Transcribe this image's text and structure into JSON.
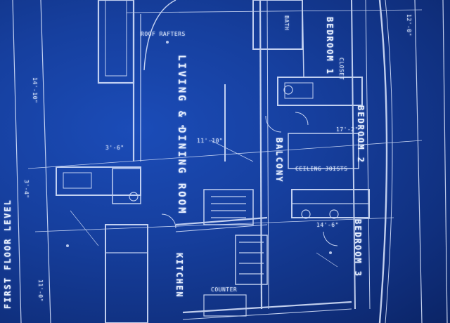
{
  "rooms": {
    "living": "LIVING & DINING ROOM",
    "bedroom1": "BEDROOM 1",
    "bedroom2": "BEDROOM 2",
    "bedroom3": "BEDROOM 3",
    "balcony": "BALCONY",
    "kitchen": "KITCHEN",
    "bath": "BATH",
    "closet": "CLOSET"
  },
  "dimensions": [
    "14'-10\"",
    "11'-10\"",
    "17'-2\"",
    "3'-4\"",
    "12'-0\"",
    "14'-6\"",
    "3'-6\"",
    "11'-0\""
  ],
  "notes": {
    "ceiling": "CEILING JOISTS",
    "roof": "ROOF RAFTERS",
    "counter": "COUNTER"
  },
  "level_text": "FIRST FLOOR LEVEL",
  "colors": {
    "paper": "#163f9e",
    "ink": "#e8f0ff"
  }
}
